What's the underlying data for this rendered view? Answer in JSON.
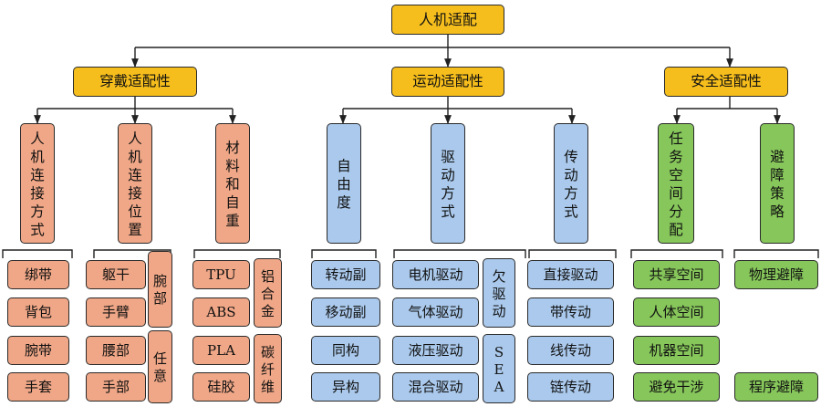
{
  "root": "人机适配",
  "groups": [
    {
      "label": "穿戴适配性",
      "color": "orange",
      "children": [
        {
          "label": "人机连接方式",
          "leaves": [
            "绑带",
            "背包",
            "腕带",
            "手套"
          ]
        },
        {
          "label": "人机连接位置",
          "leaves": [
            "躯干",
            "手臂",
            "腰部",
            "手部",
            "腕部",
            "任意"
          ]
        },
        {
          "label": "材料和自重",
          "leaves": [
            "TPU",
            "ABS",
            "PLA",
            "硅胶",
            "铝合金",
            "碳纤维"
          ]
        }
      ]
    },
    {
      "label": "运动适配性",
      "color": "blue",
      "children": [
        {
          "label": "自由度",
          "leaves": [
            "转动副",
            "移动副",
            "同构",
            "异构"
          ]
        },
        {
          "label": "驱动方式",
          "leaves": [
            "电机驱动",
            "气体驱动",
            "液压驱动",
            "混合驱动",
            "欠驱动",
            "SEA"
          ]
        },
        {
          "label": "传动方式",
          "leaves": [
            "直接驱动",
            "带传动",
            "线传动",
            "链传动"
          ]
        }
      ]
    },
    {
      "label": "安全适配性",
      "color": "green",
      "children": [
        {
          "label": "任务空间分配",
          "leaves": [
            "共享空间",
            "人体空间",
            "机器空间",
            "避免干涉"
          ]
        },
        {
          "label": "避障策略",
          "leaves": [
            "物理避障",
            "程序避障"
          ]
        }
      ]
    }
  ]
}
